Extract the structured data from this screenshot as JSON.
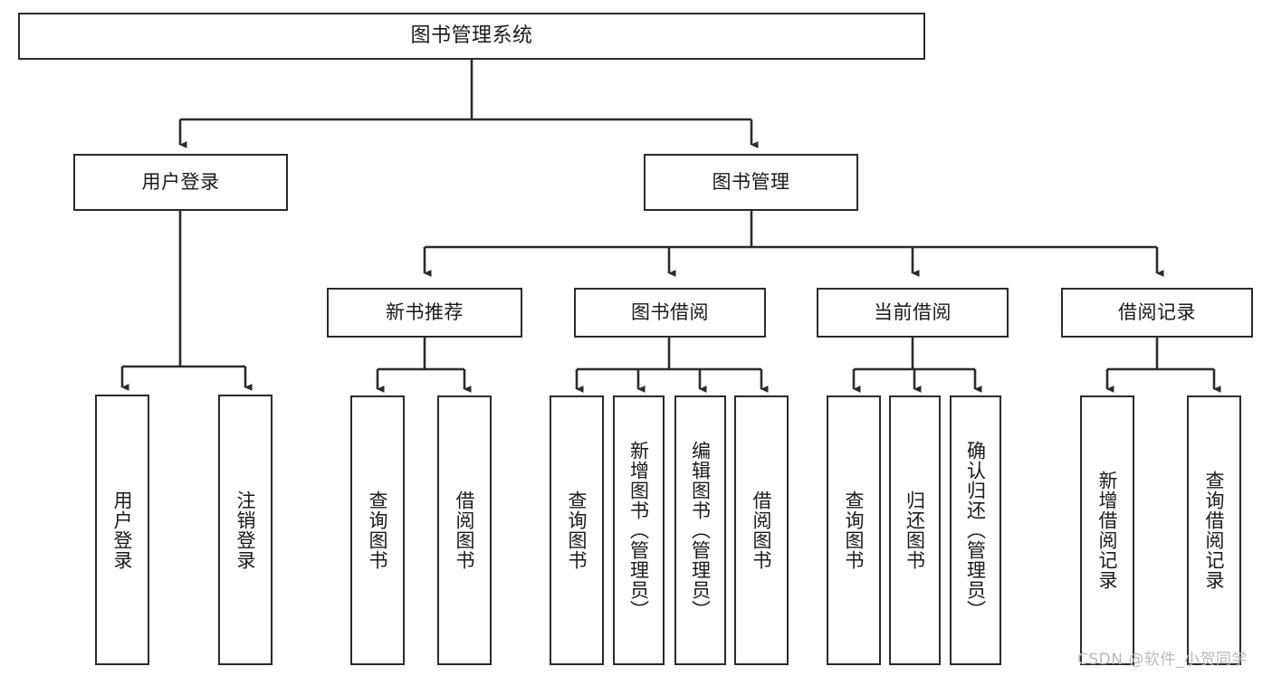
{
  "diagram": {
    "title": "图书管理系统",
    "type": "tree-hierarchy",
    "watermark": "CSDN @软件_小贺同学",
    "colors": {
      "box_border": "#2b2b2b",
      "box_fill": "#ffffff",
      "text": "#1a1a1a",
      "edge": "#2b2b2b",
      "watermark": "#b9b9b9",
      "background": "#ffffff"
    },
    "nodes": {
      "root": {
        "label": "图书管理系统"
      },
      "level2": [
        {
          "id": "user-login",
          "label": "用户登录"
        },
        {
          "id": "book-management",
          "label": "图书管理"
        }
      ],
      "level3": [
        {
          "id": "new-book-recommend",
          "label": "新书推荐"
        },
        {
          "id": "book-borrow",
          "label": "图书借阅"
        },
        {
          "id": "current-borrow",
          "label": "当前借阅"
        },
        {
          "id": "borrow-record",
          "label": "借阅记录"
        }
      ],
      "leaves": {
        "user-login": [
          {
            "id": "leaf-user-login",
            "label": "用户登录"
          },
          {
            "id": "leaf-logout-login",
            "label": "注销登录"
          }
        ],
        "new-book-recommend": [
          {
            "id": "leaf-query-book-1",
            "label": "查询图书"
          },
          {
            "id": "leaf-borrow-book-1",
            "label": "借阅图书"
          }
        ],
        "book-borrow": [
          {
            "id": "leaf-query-book-2",
            "label": "查询图书"
          },
          {
            "id": "leaf-add-book",
            "label": "新增图书（管理员）"
          },
          {
            "id": "leaf-edit-book",
            "label": "编辑图书（管理员）"
          },
          {
            "id": "leaf-borrow-book-2",
            "label": "借阅图书"
          }
        ],
        "current-borrow": [
          {
            "id": "leaf-query-book-3",
            "label": "查询图书"
          },
          {
            "id": "leaf-return-book",
            "label": "归还图书"
          },
          {
            "id": "leaf-confirm-return",
            "label": "确认归还（管理员）"
          }
        ],
        "borrow-record": [
          {
            "id": "leaf-add-record",
            "label": "新增借阅记录"
          },
          {
            "id": "leaf-query-record",
            "label": "查询借阅记录"
          }
        ]
      }
    }
  }
}
